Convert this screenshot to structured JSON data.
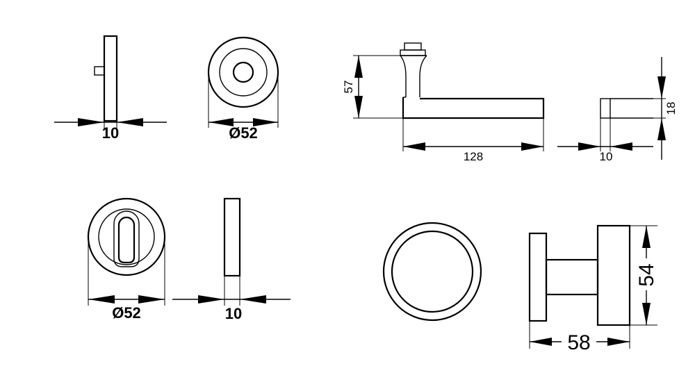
{
  "dimensions": {
    "rose_side_thickness": "10",
    "rose_front_diameter": "Ø52",
    "lever_height": "57",
    "lever_length": "128",
    "lever_end_width": "10",
    "lever_end_height": "18",
    "escutcheon_diameter": "Ø52",
    "escutcheon_side_thickness": "10",
    "knob_diameter": "54",
    "knob_projection": "58"
  }
}
